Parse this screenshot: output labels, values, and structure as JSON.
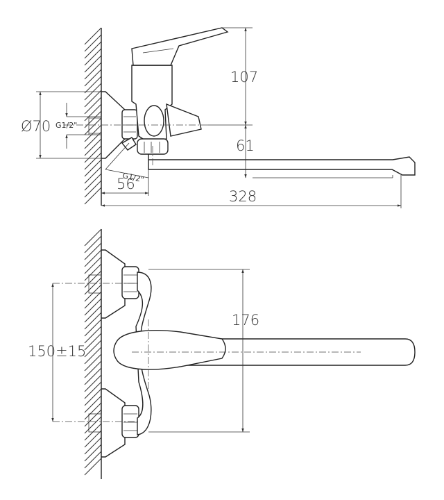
{
  "side_view": {
    "dimensions": {
      "diameter": "Ø70",
      "thread_top": "G1/2\"",
      "thread_bottom": "G1/2\"",
      "height_lever": "107",
      "height_spout": "61",
      "wall_offset": "56",
      "spout_length": "328"
    }
  },
  "top_view": {
    "dimensions": {
      "spout_reach": "176",
      "inlet_spacing": "150±15"
    }
  },
  "colors": {
    "line": "#222222",
    "background": "#ffffff"
  }
}
